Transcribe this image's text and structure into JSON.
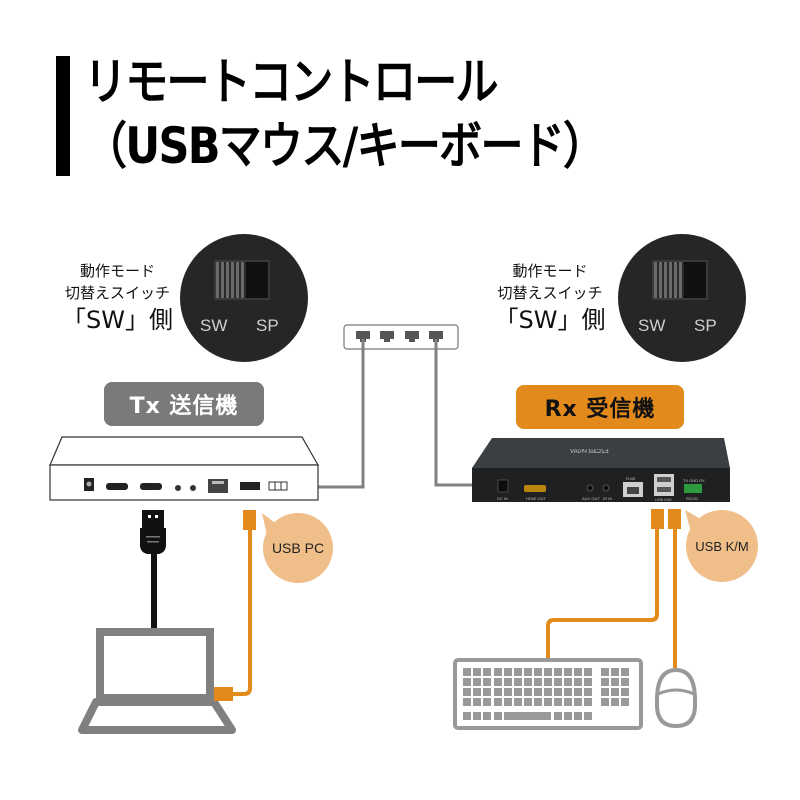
{
  "title": {
    "line1": "リモートコントロール",
    "line2": "（USBマウス/キーボード）"
  },
  "switch_captions": [
    {
      "line1": "動作モード",
      "line2": "切替えスイッチ",
      "line3": "「SW」側"
    },
    {
      "line1": "動作モード",
      "line2": "切替えスイッチ",
      "line3": "「SW」側"
    }
  ],
  "switch_labels": {
    "sw": "SW",
    "sp": "SP"
  },
  "switch_position": "SW",
  "tx": {
    "badge": "Tx 送信機"
  },
  "rx": {
    "badge": "Rx 受信機",
    "brand": "EZCast ProAV",
    "ports": {
      "dc_in": "DC IN",
      "hdmi_out": "HDMI OUT",
      "aux_out": "AUX OUT",
      "ir_in": "IR IN",
      "rj45": "RJ45",
      "usb_km": "USB K/M",
      "rs232_pins": "TX GND RX",
      "rs232": "RS232"
    }
  },
  "callouts": {
    "usb_pc": "USB PC",
    "usb_km": "USB K/M"
  },
  "colors": {
    "accent_orange": "#e38a1c",
    "bubble": "#f0be88",
    "cable_gray": "#808080",
    "tx_badge": "#7a7a7a"
  }
}
